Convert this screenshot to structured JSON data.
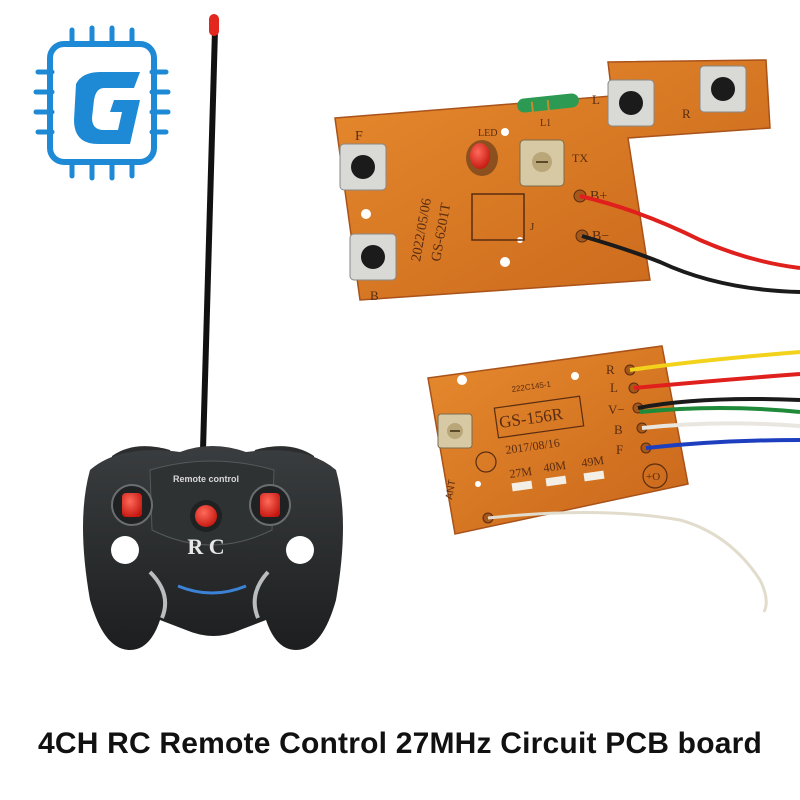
{
  "caption": "4CH RC Remote Control 27MHz Circuit PCB board",
  "logo": {
    "icon": "chip-g-logo-icon",
    "color": "#1e8ad6"
  },
  "controller": {
    "label_top": "Remote control",
    "label_center": "R C"
  },
  "transmitter_board": {
    "labels": {
      "f": "F",
      "b": "B",
      "l": "L",
      "r": "R",
      "led": "LED",
      "l1": "L1",
      "tx": "TX",
      "j": "J",
      "b_plus": "B+",
      "b_minus": "B−",
      "date": "2022/05/06",
      "model": "GS-6201T"
    }
  },
  "receiver_board": {
    "labels": {
      "code": "222C145-1",
      "model": "GS-156R",
      "date": "2017/08/16",
      "ant": "ANT",
      "freq_27": "27M",
      "freq_40": "40M",
      "freq_49": "49M",
      "r": "R",
      "l": "L",
      "v_minus": "V−",
      "b": "B",
      "f": "F",
      "plus_o": "+O"
    }
  },
  "colors": {
    "pcb": "#d9771e",
    "wire_red": "#e0201c",
    "wire_black": "#1b1b1b",
    "wire_yellow": "#f2d21a",
    "wire_green": "#1f8a3a",
    "wire_white": "#e9e6e0",
    "wire_blue": "#1d3fbf",
    "controller_body": "#2b2d2e",
    "button_red": "#e3261e"
  }
}
